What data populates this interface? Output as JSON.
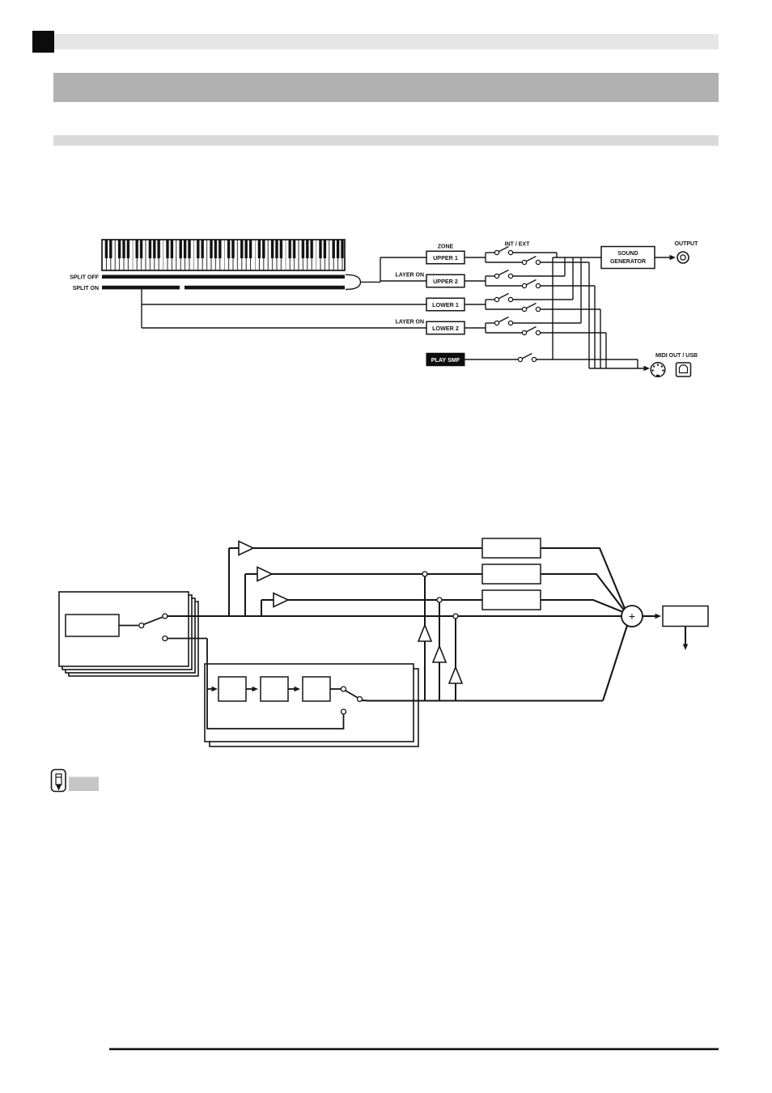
{
  "page": {
    "background": "#ffffff",
    "line_color": "#161616",
    "header_square_color": "#0c0c0c",
    "header_bar_color": "#e6e6e6",
    "title_bar_color": "#b1b1b1",
    "section_bar_color": "#dadada",
    "note_bar_color": "#c6c6c6"
  },
  "keyboard_diagram": {
    "split_off_label": "SPLIT OFF",
    "split_on_label": "SPLIT ON",
    "zone_heading": "ZONE",
    "int_ext_heading": "INT / EXT",
    "layer_on_label_1": "LAYER ON",
    "layer_on_label_2": "LAYER ON",
    "zones": [
      "UPPER 1",
      "UPPER 2",
      "LOWER 1",
      "LOWER 2",
      "PLAY SMF"
    ],
    "sound_generator_line1": "SOUND",
    "sound_generator_line2": "GENERATOR",
    "output_label": "OUTPUT",
    "midi_out_usb_label": "MIDI OUT / USB"
  },
  "mixer_diagram": {
    "sum_symbol": "+"
  },
  "icons": {
    "output_jack": "output-jack-icon",
    "midi_din": "midi-din-icon",
    "usb_port": "usb-port-icon",
    "note_pencil": "note-pencil-icon"
  }
}
